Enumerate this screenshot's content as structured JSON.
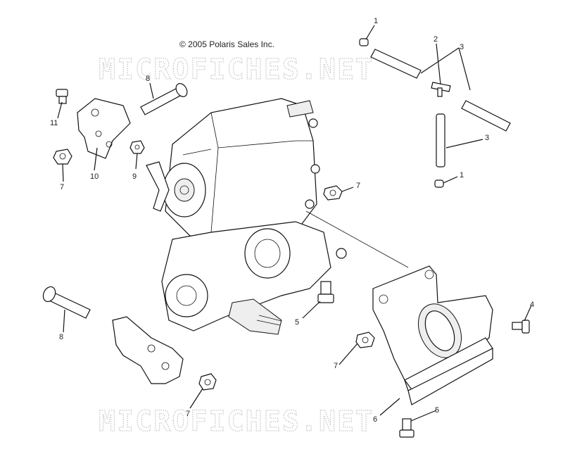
{
  "copyright": "© 2005 Polaris Sales Inc.",
  "watermark": "MICROFICHES.NET",
  "callouts": [
    "1",
    "2",
    "3",
    "3",
    "1",
    "8",
    "11",
    "7",
    "10",
    "9",
    "7",
    "4",
    "5",
    "7",
    "8",
    "7",
    "6",
    "5"
  ]
}
